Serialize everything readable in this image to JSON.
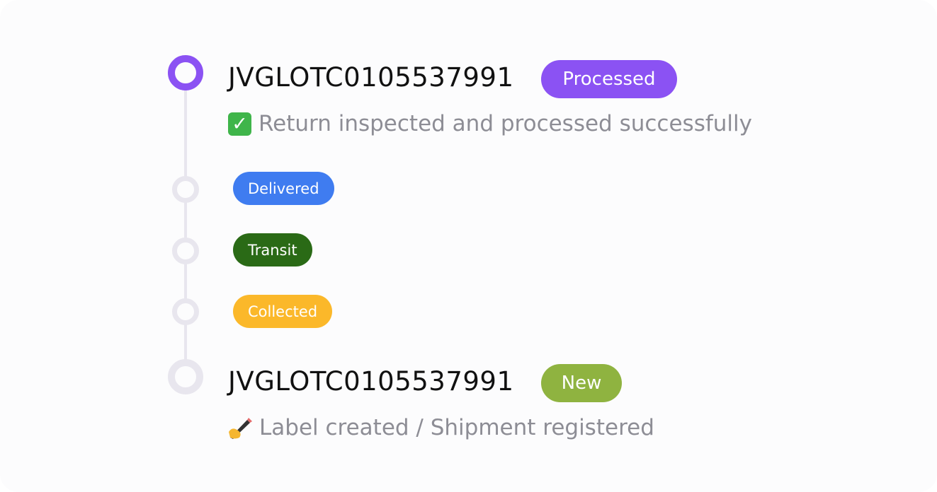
{
  "entries": [
    {
      "tracking_number": "JVGLOTC0105537991",
      "status": "Processed",
      "status_color": "#8b52f3",
      "description": "Return inspected and processed successfully",
      "icon": "check-mark-emoji"
    },
    {
      "tracking_number": "JVGLOTC0105537991",
      "status": "New",
      "status_color": "#8fb340",
      "description": "Label created / Shipment registered",
      "icon": "writing-hand-emoji"
    }
  ],
  "intermediate_statuses": [
    {
      "label": "Delivered",
      "color": "#3f7cf0"
    },
    {
      "label": "Transit",
      "color": "#2a6a16"
    },
    {
      "label": "Collected",
      "color": "#fbb82a"
    }
  ]
}
